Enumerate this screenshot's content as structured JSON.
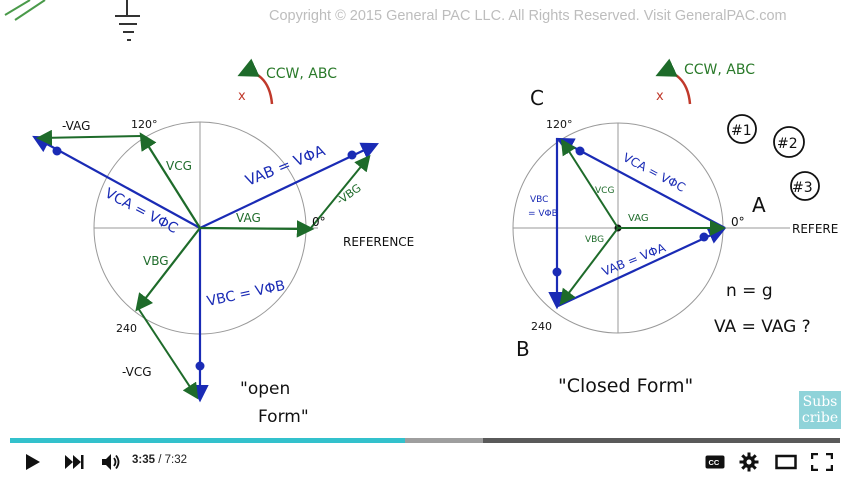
{
  "video": {
    "copyright": "Copyright © 2015 General PAC LLC. All Rights Reserved. Visit GeneralPAC.com",
    "subscribe": {
      "line1": "Subs",
      "line2": "cribe"
    },
    "left_diagram": {
      "rotation": "CCW, ABC",
      "labels": [
        "-VAG",
        "120°",
        "VCG",
        "VAB = VΦA",
        "-VBG",
        "VAG",
        "0°",
        "REFERENCE",
        "VCA = VΦC",
        "VBG",
        "VBC = VΦB",
        "240",
        "-VCG"
      ],
      "caption_line1": "\"open",
      "caption_line2": "Form\""
    },
    "right_diagram": {
      "rotation": "CCW, ABC",
      "labels": [
        "C",
        "120°",
        "VCA = VΦC",
        "VCG",
        "VAG",
        "VBC",
        "= VΦB",
        "VBG",
        "VAB = VΦA",
        "0°",
        "A",
        "REFERE",
        "240",
        "B",
        "#1",
        "#2",
        "#3",
        "n = g",
        "VA = VAG ?"
      ],
      "caption": "\"Closed Form\""
    }
  },
  "player": {
    "current_time": "3:35",
    "duration": "7:32",
    "separator": " / ",
    "progress_fraction": 0.476,
    "buffered_fraction": 0.57,
    "colors": {
      "played": "#33c1cc",
      "buffer": "#9e9e9e",
      "track": "#5a5a5a"
    }
  },
  "icons": [
    "play-icon",
    "next-icon",
    "volume-icon",
    "captions-icon",
    "settings-icon",
    "theater-mode-icon",
    "fullscreen-icon"
  ]
}
